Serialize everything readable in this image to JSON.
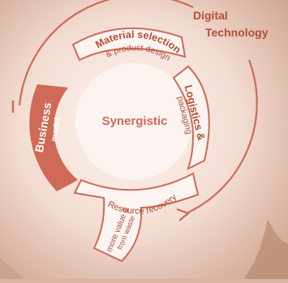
{
  "colors": {
    "accent": "#cf6a56",
    "accent_dark": "#c45c48",
    "panel": "#fbf4f1",
    "ring_text": "#b34e39",
    "photo": "#c9a089"
  },
  "labels": {
    "digital": "Digital",
    "technology": "Technology",
    "center": "Synergistic",
    "business": "Business",
    "business_sub": "model",
    "material": "Material selection",
    "material_sub": "& product design",
    "logistics": "Logistics &",
    "logistics_sub": "packaging",
    "resource": "Resource recovery",
    "more_value": "more value &",
    "from_waste": "from waste"
  }
}
